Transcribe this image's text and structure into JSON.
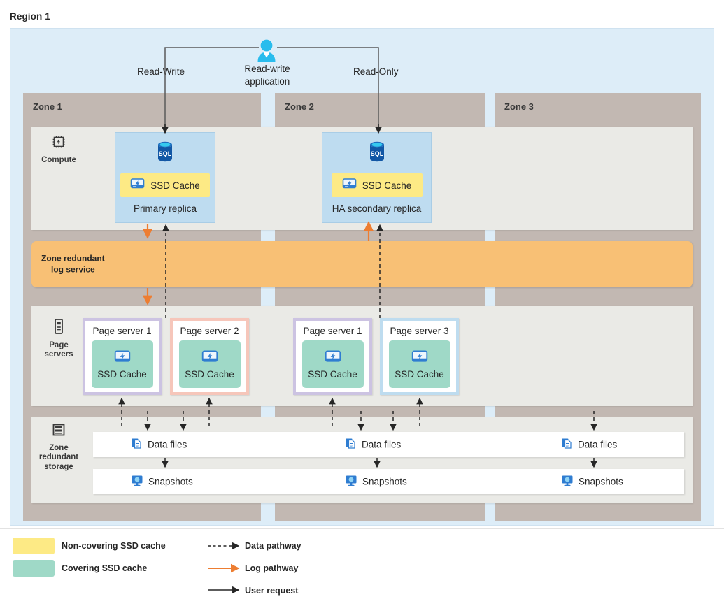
{
  "region": {
    "title": "Region 1"
  },
  "zones": [
    {
      "label": "Zone 1"
    },
    {
      "label": "Zone 2"
    },
    {
      "label": "Zone 3"
    }
  ],
  "app": {
    "icon": "user-icon",
    "label_line1": "Read-write",
    "label_line2": "application",
    "left_path_label": "Read-Write",
    "right_path_label": "Read-Only"
  },
  "rows": {
    "compute": {
      "label": "Compute",
      "icon": "cpu-chip-icon"
    },
    "page_servers": {
      "label_line1": "Page",
      "label_line2": "servers",
      "icon": "server-icon"
    },
    "storage": {
      "label_line1": "Zone",
      "label_line2": "redundant",
      "label_line3": "storage",
      "icon": "storage-stack-icon"
    }
  },
  "replicas": [
    {
      "name": "Primary replica",
      "cache_label": "SSD Cache",
      "cache_icon": "ssd-drive-icon",
      "db_icon": "sql-database-icon",
      "zone": "Zone 1"
    },
    {
      "name": "HA secondary replica",
      "cache_label": "SSD Cache",
      "cache_icon": "ssd-drive-icon",
      "db_icon": "sql-database-icon",
      "zone": "Zone 2"
    }
  ],
  "log_service": {
    "label_line1": "Zone redundant",
    "label_line2": "log service"
  },
  "page_servers": [
    {
      "name": "Page server 1",
      "cache_label": "SSD Cache",
      "cache_icon": "ssd-drive-icon",
      "border_color": "#ccc3e2",
      "zone": "Zone 1"
    },
    {
      "name": "Page server 2",
      "cache_label": "SSD Cache",
      "cache_icon": "ssd-drive-icon",
      "border_color": "#f6c6ba",
      "zone": "Zone 1"
    },
    {
      "name": "Page server 1",
      "cache_label": "SSD Cache",
      "cache_icon": "ssd-drive-icon",
      "border_color": "#ccc3e2",
      "zone": "Zone 2"
    },
    {
      "name": "Page server 3",
      "cache_label": "SSD Cache",
      "cache_icon": "ssd-drive-icon",
      "border_color": "#bedcef",
      "zone": "Zone 2"
    }
  ],
  "storage": {
    "data_files": [
      {
        "label": "Data files",
        "icon": "documents-icon"
      },
      {
        "label": "Data files",
        "icon": "documents-icon"
      },
      {
        "label": "Data files",
        "icon": "documents-icon"
      }
    ],
    "snapshots": [
      {
        "label": "Snapshots",
        "icon": "snapshot-monitor-icon"
      },
      {
        "label": "Snapshots",
        "icon": "snapshot-monitor-icon"
      },
      {
        "label": "Snapshots",
        "icon": "snapshot-monitor-icon"
      }
    ]
  },
  "legend": {
    "swatches": [
      {
        "label": "Non-covering SSD cache",
        "color": "#fdea85"
      },
      {
        "label": "Covering SSD cache",
        "color": "#9fd9c7"
      }
    ],
    "lines": [
      {
        "label": "Data pathway",
        "style": "dashed",
        "color": "#262626"
      },
      {
        "label": "Log pathway",
        "style": "solid",
        "color": "#ed7d31"
      },
      {
        "label": "User request",
        "style": "solid",
        "color": "#262626"
      }
    ]
  },
  "colors": {
    "region_bg": "#ddedf8",
    "zone_bar": "#c2b8b2",
    "panel_bg": "#eaeae6",
    "replica_bg": "#bedcf0",
    "log_bar": "#f8c075",
    "non_covering_cache": "#fdea85",
    "covering_cache": "#9fd9c7",
    "log_arrow": "#ed7d31",
    "data_arrow": "#262626"
  }
}
